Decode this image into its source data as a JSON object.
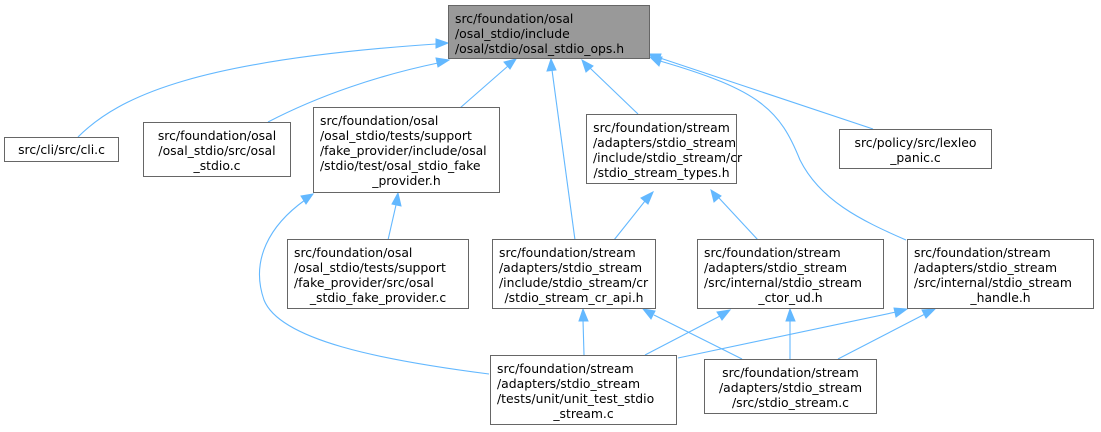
{
  "diagram": {
    "type": "include-dependency-graph",
    "edge_color": "#63b8ff",
    "root_fill": "#999999",
    "node_border": "#666666",
    "nodes": [
      {
        "id": "osal_stdio_ops_h",
        "lines": [
          "src/foundation/osal",
          "/osal_stdio/include",
          "/osal/stdio/osal_stdio_ops.h"
        ],
        "root": true
      },
      {
        "id": "cli_c",
        "lines": [
          "src/cli/src/cli.c"
        ]
      },
      {
        "id": "osal_stdio_c",
        "lines": [
          "src/foundation/osal",
          "/osal_stdio/src/osal",
          "_stdio.c"
        ]
      },
      {
        "id": "osal_stdio_fake_provider_h",
        "lines": [
          "src/foundation/osal",
          "/osal_stdio/tests/support",
          "/fake_provider/include/osal",
          "/stdio/test/osal_stdio_fake",
          "_provider.h"
        ]
      },
      {
        "id": "stdio_stream_types_h",
        "lines": [
          "src/foundation/stream",
          "/adapters/stdio_stream",
          "/include/stdio_stream/cr",
          "/stdio_stream_types.h"
        ]
      },
      {
        "id": "lexleo_panic_c",
        "lines": [
          "src/policy/src/lexleo",
          "_panic.c"
        ]
      },
      {
        "id": "osal_stdio_fake_provider_c",
        "lines": [
          "src/foundation/osal",
          "/osal_stdio/tests/support",
          "/fake_provider/src/osal",
          "_stdio_fake_provider.c"
        ]
      },
      {
        "id": "stdio_stream_cr_api_h",
        "lines": [
          "src/foundation/stream",
          "/adapters/stdio_stream",
          "/include/stdio_stream/cr",
          "/stdio_stream_cr_api.h"
        ]
      },
      {
        "id": "stdio_stream_ctor_ud_h",
        "lines": [
          "src/foundation/stream",
          "/adapters/stdio_stream",
          "/src/internal/stdio_stream",
          "_ctor_ud.h"
        ]
      },
      {
        "id": "stdio_stream_handle_h",
        "lines": [
          "src/foundation/stream",
          "/adapters/stdio_stream",
          "/src/internal/stdio_stream",
          "_handle.h"
        ]
      },
      {
        "id": "unit_test_stdio_stream_c",
        "lines": [
          "src/foundation/stream",
          "/adapters/stdio_stream",
          "/tests/unit/unit_test_stdio",
          "_stream.c"
        ]
      },
      {
        "id": "stdio_stream_c",
        "lines": [
          "src/foundation/stream",
          "/adapters/stdio_stream",
          "/src/stdio_stream.c"
        ]
      }
    ],
    "edges": [
      {
        "from": "cli_c",
        "to": "osal_stdio_ops_h"
      },
      {
        "from": "osal_stdio_c",
        "to": "osal_stdio_ops_h"
      },
      {
        "from": "osal_stdio_fake_provider_h",
        "to": "osal_stdio_ops_h"
      },
      {
        "from": "stdio_stream_cr_api_h",
        "to": "osal_stdio_ops_h"
      },
      {
        "from": "stdio_stream_types_h",
        "to": "osal_stdio_ops_h"
      },
      {
        "from": "lexleo_panic_c",
        "to": "osal_stdio_ops_h"
      },
      {
        "from": "stdio_stream_handle_h",
        "to": "osal_stdio_ops_h"
      },
      {
        "from": "osal_stdio_fake_provider_c",
        "to": "osal_stdio_fake_provider_h"
      },
      {
        "from": "unit_test_stdio_stream_c",
        "to": "osal_stdio_fake_provider_h"
      },
      {
        "from": "stdio_stream_cr_api_h",
        "to": "stdio_stream_types_h"
      },
      {
        "from": "stdio_stream_ctor_ud_h",
        "to": "stdio_stream_types_h"
      },
      {
        "from": "unit_test_stdio_stream_c",
        "to": "stdio_stream_cr_api_h"
      },
      {
        "from": "stdio_stream_c",
        "to": "stdio_stream_cr_api_h"
      },
      {
        "from": "unit_test_stdio_stream_c",
        "to": "stdio_stream_ctor_ud_h"
      },
      {
        "from": "stdio_stream_c",
        "to": "stdio_stream_ctor_ud_h"
      },
      {
        "from": "unit_test_stdio_stream_c",
        "to": "stdio_stream_handle_h"
      },
      {
        "from": "stdio_stream_c",
        "to": "stdio_stream_handle_h"
      }
    ]
  }
}
